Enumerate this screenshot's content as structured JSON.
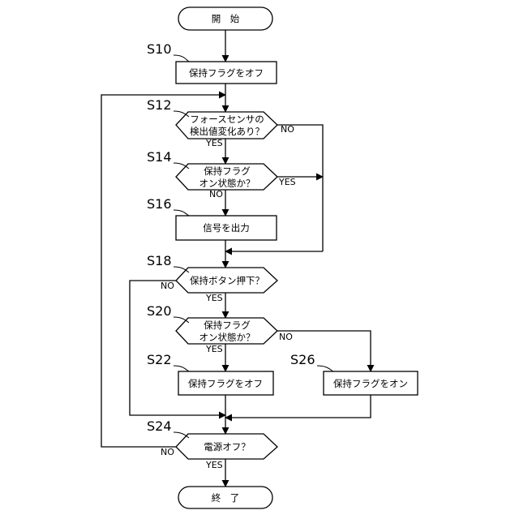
{
  "nodes": {
    "start": "開　始",
    "s10": "保持フラグをオフ",
    "s12_line1": "フォースセンサの",
    "s12_line2": "検出値変化あり？",
    "s14_line1": "保持フラグ",
    "s14_line2": "オン状態か？",
    "s16": "信号を出力",
    "s18": "保持ボタン押下？",
    "s20_line1": "保持フラグ",
    "s20_line2": "オン状態か？",
    "s22": "保持フラグをオフ",
    "s26": "保持フラグをオン",
    "s24": "電源オフ？",
    "end": "終　了"
  },
  "steps": {
    "s10": "S10",
    "s12": "S12",
    "s14": "S14",
    "s16": "S16",
    "s18": "S18",
    "s20": "S20",
    "s22": "S22",
    "s24": "S24",
    "s26": "S26"
  },
  "branches": {
    "s12_yes": "YES",
    "s12_no": "NO",
    "s14_yes": "YES",
    "s14_no": "NO",
    "s18_yes": "YES",
    "s18_no": "NO",
    "s20_yes": "YES",
    "s20_no": "NO",
    "s24_yes": "YES",
    "s24_no": "NO"
  }
}
